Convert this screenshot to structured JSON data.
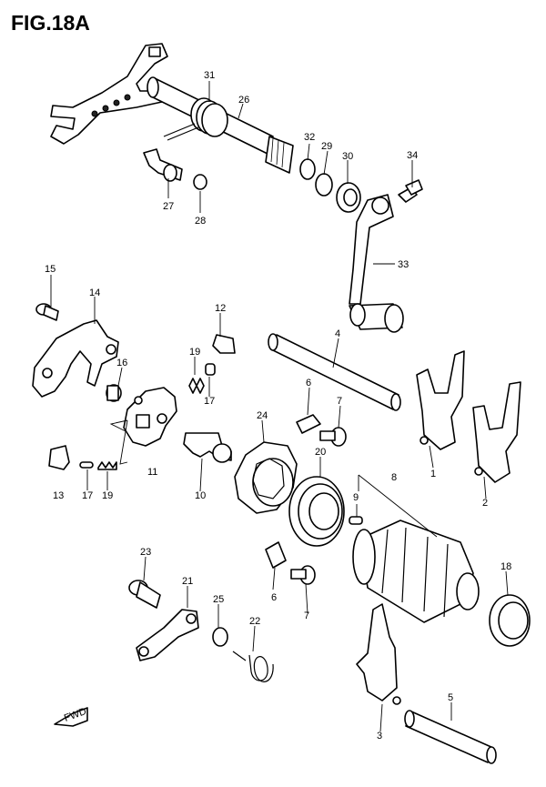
{
  "figure": {
    "title": "FIG.18A"
  },
  "fwd_label": "FWD",
  "callouts": [
    {
      "id": "c31",
      "label": "31"
    },
    {
      "id": "c26",
      "label": "26"
    },
    {
      "id": "c32",
      "label": "32"
    },
    {
      "id": "c29",
      "label": "29"
    },
    {
      "id": "c30",
      "label": "30"
    },
    {
      "id": "c34",
      "label": "34"
    },
    {
      "id": "c27",
      "label": "27"
    },
    {
      "id": "c28",
      "label": "28"
    },
    {
      "id": "c33",
      "label": "33"
    },
    {
      "id": "c15",
      "label": "15"
    },
    {
      "id": "c14",
      "label": "14"
    },
    {
      "id": "c12",
      "label": "12"
    },
    {
      "id": "c4",
      "label": "4"
    },
    {
      "id": "c19a",
      "label": "19"
    },
    {
      "id": "c16",
      "label": "16"
    },
    {
      "id": "c17a",
      "label": "17"
    },
    {
      "id": "c6a",
      "label": "6"
    },
    {
      "id": "c7a",
      "label": "7"
    },
    {
      "id": "c24",
      "label": "24"
    },
    {
      "id": "c1",
      "label": "1"
    },
    {
      "id": "c2",
      "label": "2"
    },
    {
      "id": "c11",
      "label": "11"
    },
    {
      "id": "c10",
      "label": "10"
    },
    {
      "id": "c13",
      "label": "13"
    },
    {
      "id": "c17b",
      "label": "17"
    },
    {
      "id": "c19b",
      "label": "19"
    },
    {
      "id": "c20",
      "label": "20"
    },
    {
      "id": "c8",
      "label": "8"
    },
    {
      "id": "c9",
      "label": "9"
    },
    {
      "id": "c23",
      "label": "23"
    },
    {
      "id": "c21",
      "label": "21"
    },
    {
      "id": "c6b",
      "label": "6"
    },
    {
      "id": "c7b",
      "label": "7"
    },
    {
      "id": "c18",
      "label": "18"
    },
    {
      "id": "c25",
      "label": "25"
    },
    {
      "id": "c22",
      "label": "22"
    },
    {
      "id": "c5",
      "label": "5"
    },
    {
      "id": "c3",
      "label": "3"
    }
  ]
}
